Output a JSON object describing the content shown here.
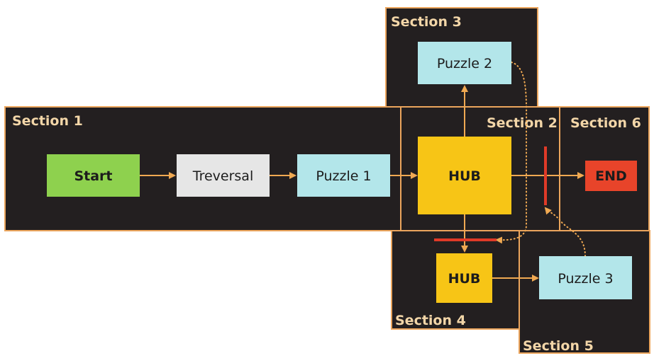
{
  "sections": {
    "s1": "Section 1",
    "s2": "Section 2",
    "s3": "Section 3",
    "s4": "Section 4",
    "s5": "Section 5",
    "s6": "Section 6"
  },
  "nodes": {
    "start": "Start",
    "treversal": "Treversal",
    "puzzle1": "Puzzle 1",
    "hub_main": "HUB",
    "puzzle2": "Puzzle 2",
    "end": "END",
    "hub_small": "HUB",
    "puzzle3": "Puzzle 3"
  },
  "colors": {
    "section_fill": "#231f20",
    "section_border": "#eba55d",
    "section_label": "#f3d6a8",
    "arrow": "#f0a952",
    "start": "#8ed14e",
    "treversal": "#e6e6e6",
    "puzzle": "#b3e6ea",
    "hub": "#f7c516",
    "end": "#e8442a",
    "barrier": "#e03a28"
  }
}
